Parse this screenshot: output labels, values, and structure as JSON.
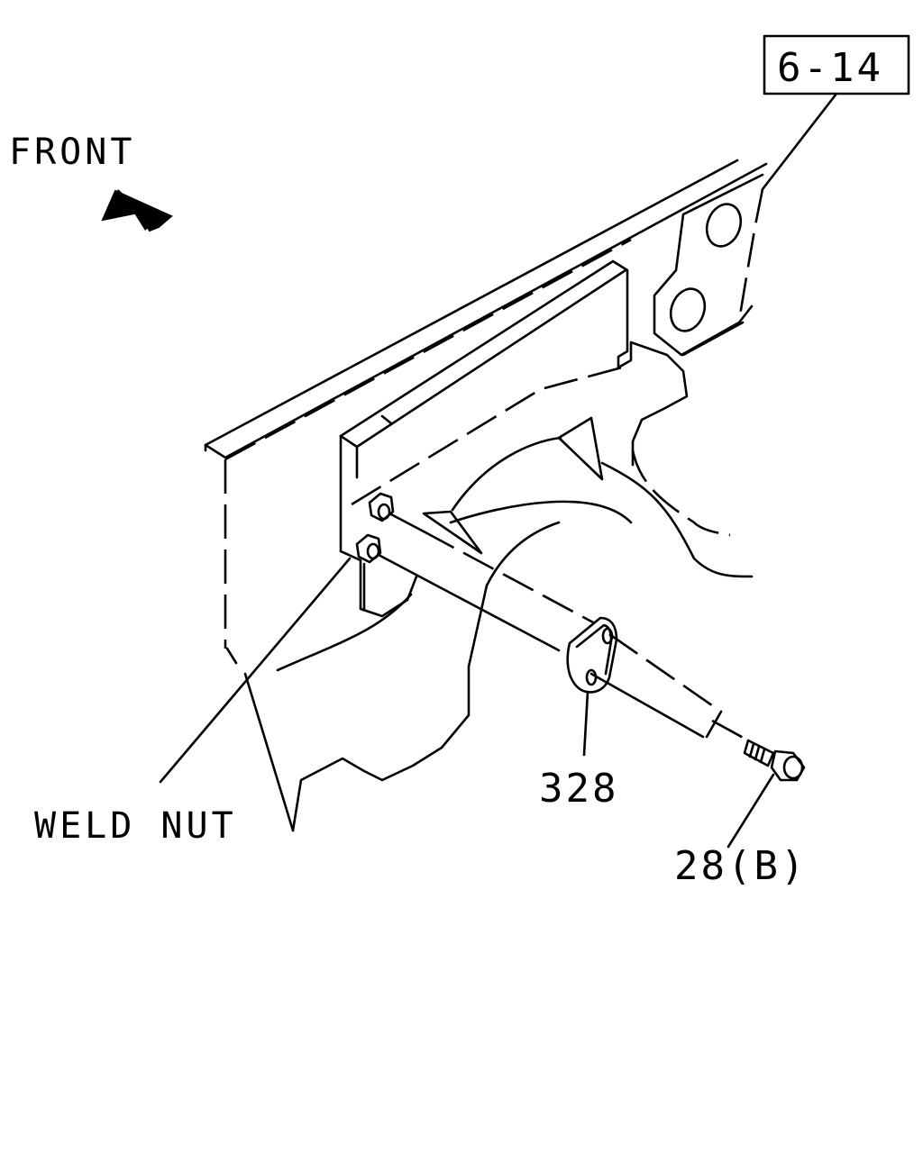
{
  "labels": {
    "front": "FRONT",
    "ref_box": "6-14",
    "weld_nut": "WELD NUT",
    "part_328": "328",
    "part_28b": "28(B)"
  },
  "icons": {
    "front_arrow": "front-direction-arrow-icon"
  }
}
